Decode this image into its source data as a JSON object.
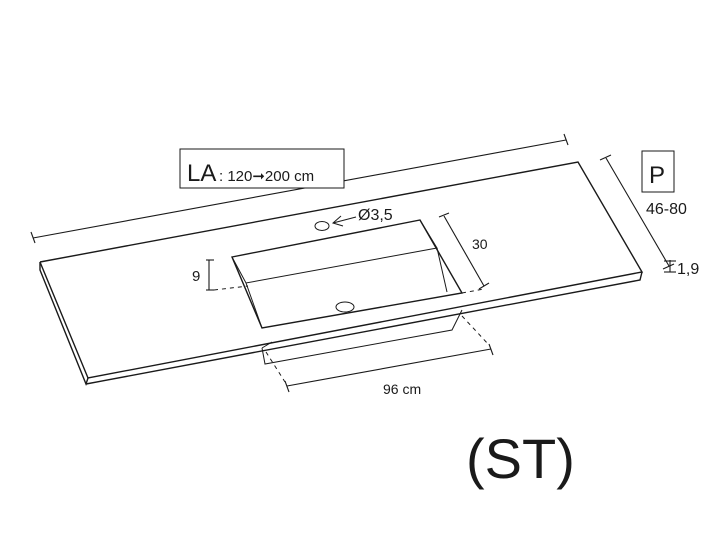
{
  "labels": {
    "width_prefix": "LA",
    "width_range": ": 120➞200 cm",
    "depth_box": "P",
    "depth_range": "46-80",
    "thickness": "1,9",
    "hole_diameter": "Ø3,5",
    "basin_depth": "9",
    "basin_width_dim": "30",
    "basin_length": "96 cm",
    "model_code": "(ST)"
  },
  "colors": {
    "line": "#1a1a1a",
    "background": "#ffffff"
  }
}
